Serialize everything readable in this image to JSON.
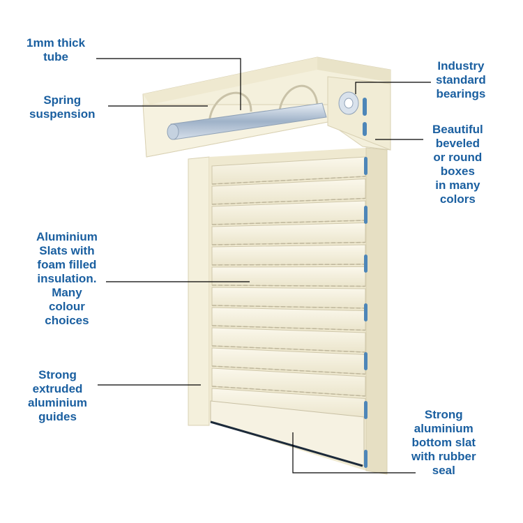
{
  "labels": {
    "tube": [
      "1mm thick",
      "tube"
    ],
    "spring": [
      "Spring",
      "suspension"
    ],
    "bearings": [
      "Industry",
      "standard",
      "bearings"
    ],
    "boxes": [
      "Beautiful",
      "beveled",
      "or round",
      "boxes",
      "in many",
      "colors"
    ],
    "slats": [
      "Aluminium",
      "Slats with",
      "foam filled",
      "insulation.",
      "Many",
      "colour",
      "choices"
    ],
    "guides": [
      "Strong",
      "extruded",
      "aluminium",
      "guides"
    ],
    "bottom": [
      "Strong",
      "aluminium",
      "bottom slat",
      "with rubber",
      "seal"
    ]
  },
  "colors": {
    "label_text": "#1a5fa0",
    "frame": "#f4f0dc",
    "frame_shade": "#e3dcc0",
    "slat": "#f7f3e2",
    "slat_line": "#bdb59a",
    "leader_line": "#000000",
    "tube_metal": "#b9c6d6",
    "bracket_blue": "#4d86b8"
  }
}
